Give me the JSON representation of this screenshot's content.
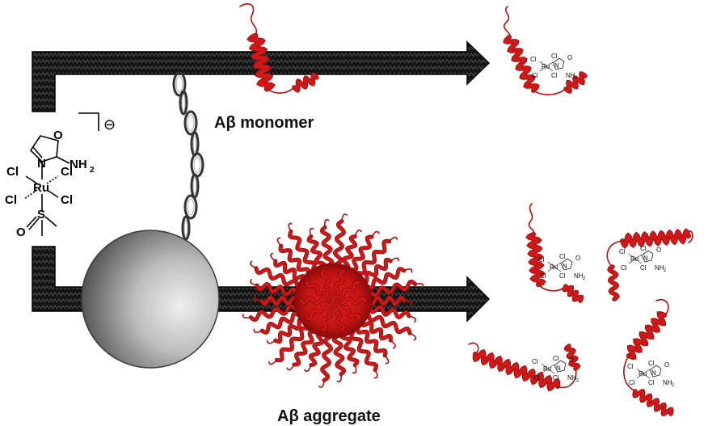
{
  "labels": {
    "monomer": "Aβ monomer",
    "aggregate": "Aβ aggregate"
  },
  "complex": {
    "charge": "⊖",
    "ring_atom_O": "O",
    "ring_atom_N": "N",
    "amine": "NH",
    "amine_sub": "2",
    "chloride": "Cl",
    "metal": "Ru",
    "sulfur": "S",
    "oxygen": "O"
  },
  "mini_complex": {
    "chloride": "Cl",
    "metal": "Ru",
    "ring_atom_N": "N",
    "ring_atom_O": "O",
    "amine": "NH",
    "amine_sub": "2"
  },
  "colors": {
    "helix": "#d01818",
    "helix_dark": "#8a0a0a",
    "arrow": "#141414",
    "ball_light": "#e0e0e0",
    "ball_dark": "#5a5a5a"
  }
}
